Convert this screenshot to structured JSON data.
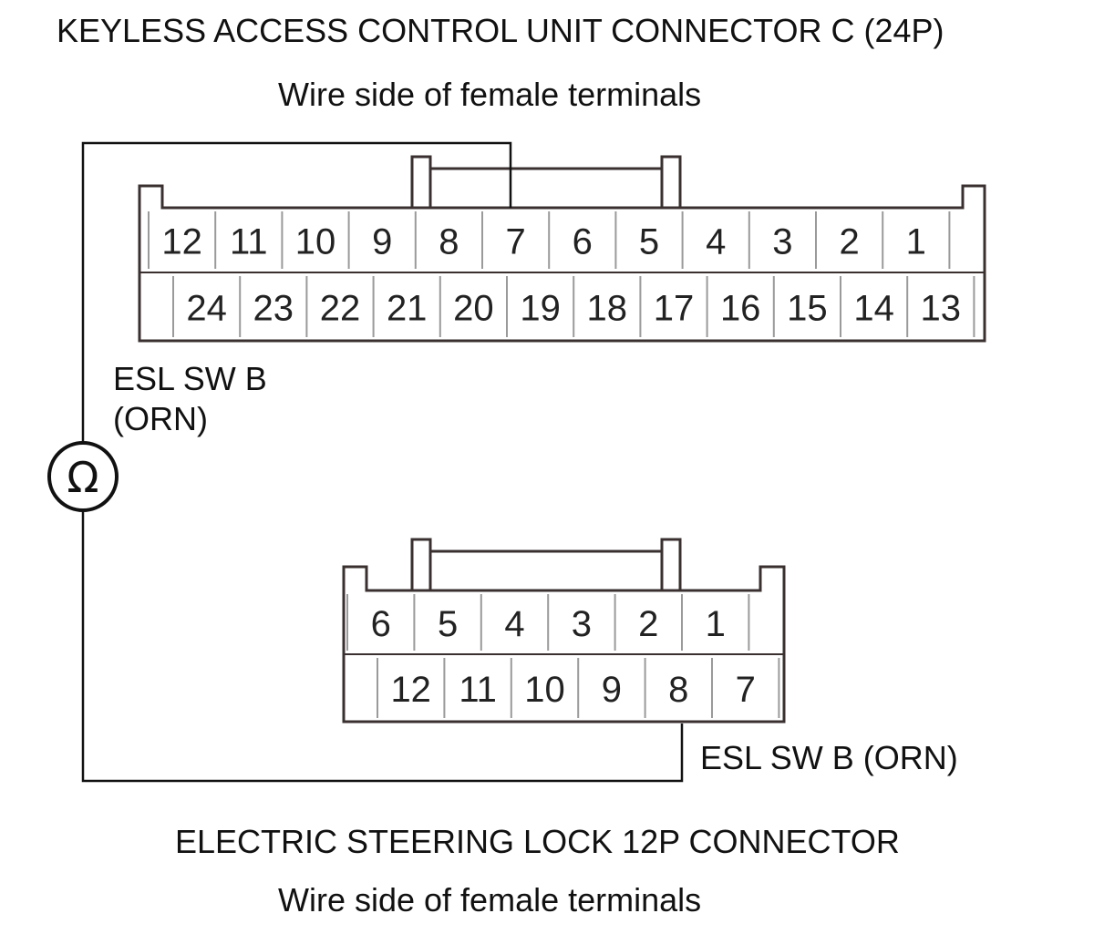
{
  "connector_c": {
    "title": "KEYLESS ACCESS CONTROL UNIT CONNECTOR C (24P)",
    "subtitle": "Wire side of female terminals",
    "row1": [
      "12",
      "11",
      "10",
      "9",
      "8",
      "7",
      "6",
      "5",
      "4",
      "3",
      "2",
      "1"
    ],
    "row2": [
      "24",
      "23",
      "22",
      "21",
      "20",
      "19",
      "18",
      "17",
      "16",
      "15",
      "14",
      "13"
    ]
  },
  "connector_esl": {
    "title": "ELECTRIC STEERING LOCK 12P CONNECTOR",
    "subtitle": "Wire side of female terminals",
    "row1": [
      "6",
      "5",
      "4",
      "3",
      "2",
      "1"
    ],
    "row2": [
      "12",
      "11",
      "10",
      "9",
      "8",
      "7"
    ]
  },
  "labels": {
    "esl_sw_b_line1": "ESL SW B",
    "esl_sw_b_line2": "(ORN)",
    "esl_sw_b_full": "ESL SW B (ORN)",
    "meter_symbol": "Ω"
  },
  "colors": {
    "line": "#111111",
    "connector_outline": "#3a3030",
    "cell_border": "#9a9a9a"
  }
}
